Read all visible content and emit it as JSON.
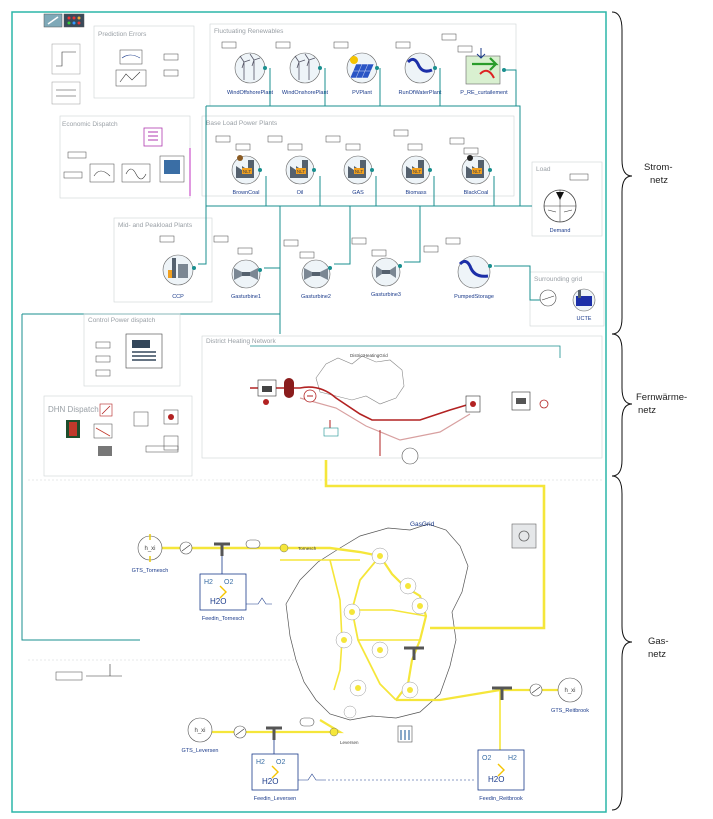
{
  "colors": {
    "border": "#2bb5a8",
    "elec": "#1a8f8f",
    "heat_red": "#b22222",
    "gas": "#f5e63a",
    "panel_line": "#cfd3d6"
  },
  "sections": {
    "prediction_errors": "Prediction Errors",
    "fluctuating_renewables": "Fluctuating Renewables",
    "economic_dispatch": "Economic Dispatch",
    "base_load": "Base Load Power Plants",
    "mid_peak": "Mid- and Peakload Plants",
    "load": "Load",
    "surrounding_grid": "Surrounding grid",
    "control_power": "Control Power dispatch",
    "district_heating": "District Heating Network",
    "dhn_dispatch": "DHN Dispatch"
  },
  "renewables": [
    {
      "label": "WindOffshorePlant",
      "icon": "wind-turbine-icon"
    },
    {
      "label": "WindOnshorePlant",
      "icon": "wind-turbine-icon"
    },
    {
      "label": "PVPlant",
      "icon": "solar-panel-icon"
    },
    {
      "label": "RunOfWaterPlant",
      "icon": "water-wave-icon"
    },
    {
      "label": "P_RE_curtailement",
      "icon": "curtailment-icon"
    }
  ],
  "base_plants": [
    {
      "label": "BrownCoal",
      "icon": "factory-icon"
    },
    {
      "label": "Oil",
      "icon": "factory-icon"
    },
    {
      "label": "GAS",
      "icon": "factory-icon"
    },
    {
      "label": "Biomass",
      "icon": "factory-icon"
    },
    {
      "label": "BlackCoal",
      "icon": "factory-icon"
    }
  ],
  "plant_badge": "NLT",
  "mid_plants": [
    {
      "label": "CCP",
      "icon": "ccp-plant-icon"
    },
    {
      "label": "Gasturbine1",
      "icon": "gas-turbine-icon"
    },
    {
      "label": "Gasturbine2",
      "icon": "gas-turbine-icon"
    },
    {
      "label": "Gasturbine3",
      "icon": "gas-turbine-icon"
    },
    {
      "label": "PumpedStorage",
      "icon": "water-wave-icon"
    }
  ],
  "demand_label": "Demand",
  "ucte_label": "UCTE",
  "heating_grid_label": "DistrictHeatingGrid",
  "gasgrid": {
    "title": "GasGrid",
    "h2": "H2",
    "o2": "O2",
    "h2o": "H2O",
    "hx": "h_xi",
    "labels": {
      "gts_tornesch": "GTS_Tornesch",
      "feedin_tornesch": "Feedin_Tornesch",
      "gts_leversen": "GTS_Leversen",
      "feedin_leversen": "Feedin_Leversen",
      "gts_reitbrook": "GTS_Reitbrook",
      "feedin_reitbrook": "Feedin_Reitbrook",
      "tornesch": "Tornesch",
      "leversen": "Leversen"
    }
  },
  "regions": {
    "strom_1": "Strom-",
    "strom_2": "netz",
    "fern_1": "Fernwärme-",
    "fern_2": "netz",
    "gas_1": "Gas-",
    "gas_2": "netz"
  }
}
